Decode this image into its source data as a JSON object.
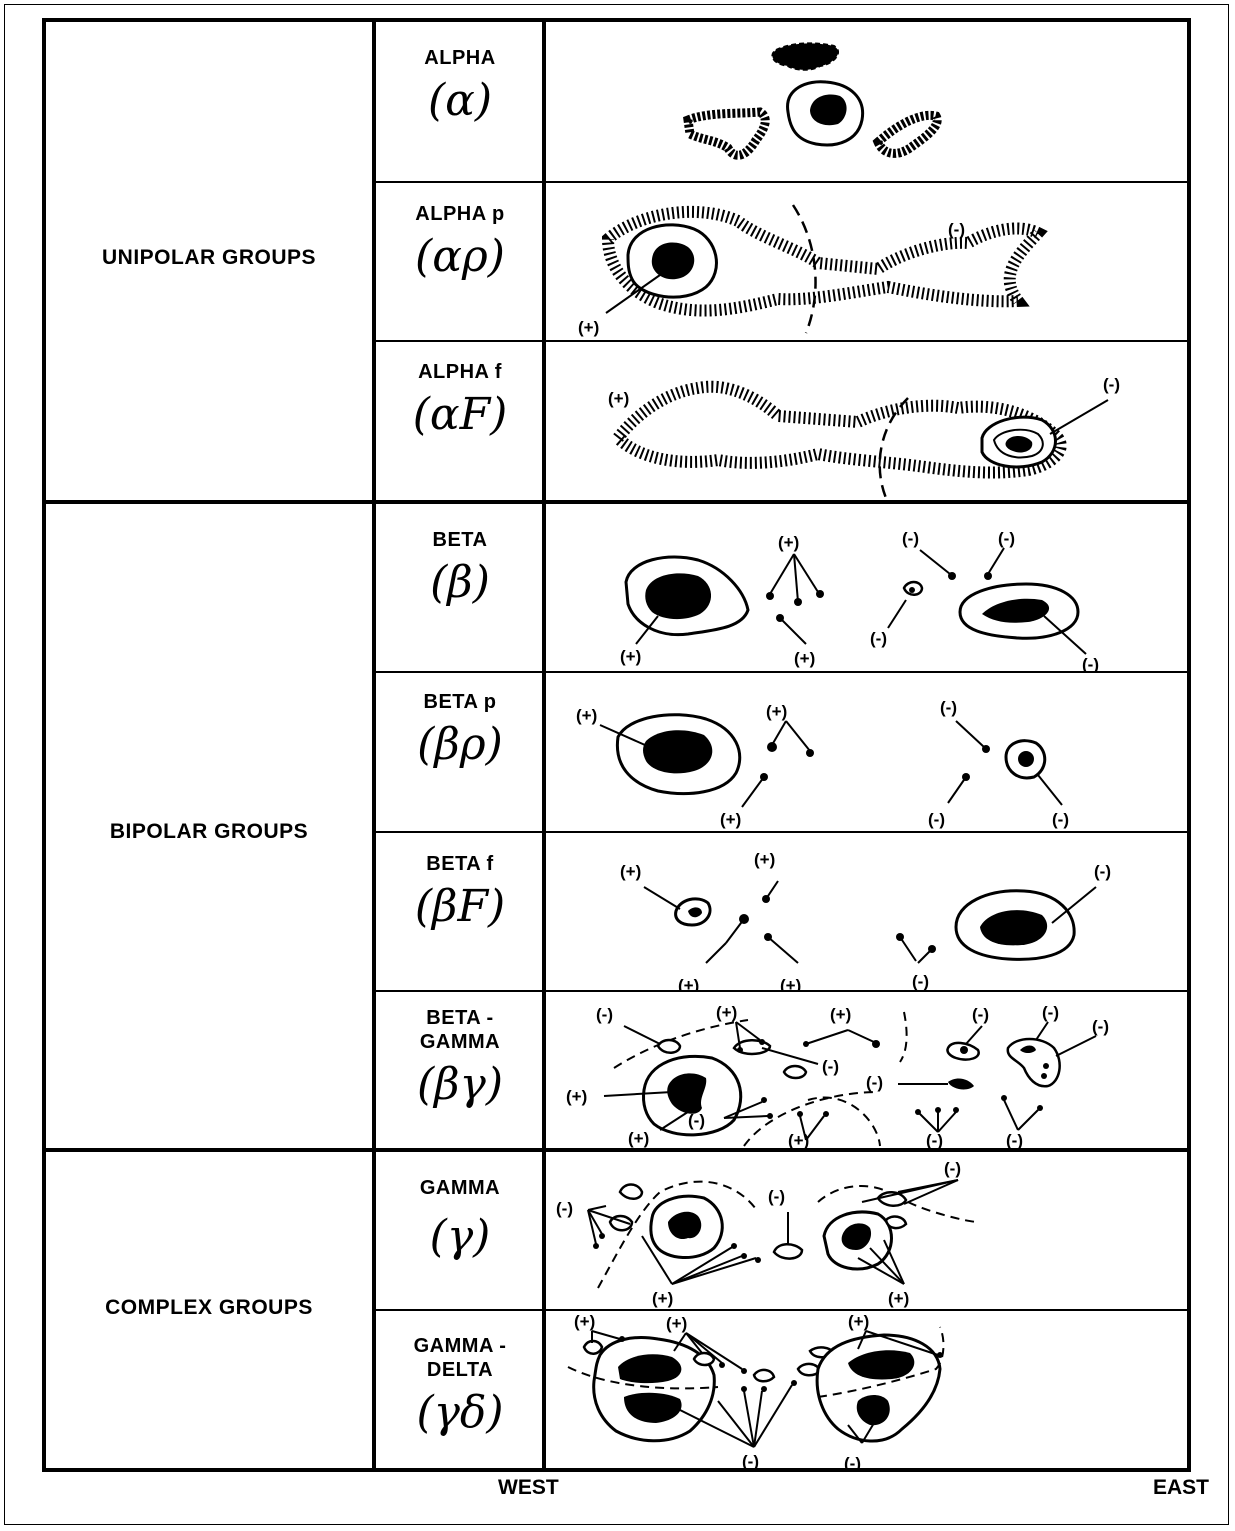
{
  "groups": [
    {
      "label": "UNIPOLAR GROUPS",
      "types": [
        {
          "name": "ALPHA",
          "symbol": "(α)"
        },
        {
          "name": "ALPHA p",
          "symbol": "(αρ)"
        },
        {
          "name": "ALPHA f",
          "symbol": "(αF)"
        }
      ]
    },
    {
      "label": "BIPOLAR GROUPS",
      "types": [
        {
          "name": "BETA",
          "symbol": "(β)"
        },
        {
          "name": "BETA p",
          "symbol": "(βρ)"
        },
        {
          "name": "BETA f",
          "symbol": "(βF)"
        },
        {
          "name": "BETA -\nGAMMA",
          "symbol": "(βγ)"
        }
      ]
    },
    {
      "label": "COMPLEX GROUPS",
      "types": [
        {
          "name": "GAMMA",
          "symbol": "(γ)"
        },
        {
          "name": "GAMMA -\nDELTA",
          "symbol": "(γδ)"
        }
      ]
    }
  ],
  "polarity": {
    "positive": "(+)",
    "negative": "(-)"
  },
  "footer": {
    "west": "WEST",
    "east": "EAST"
  }
}
